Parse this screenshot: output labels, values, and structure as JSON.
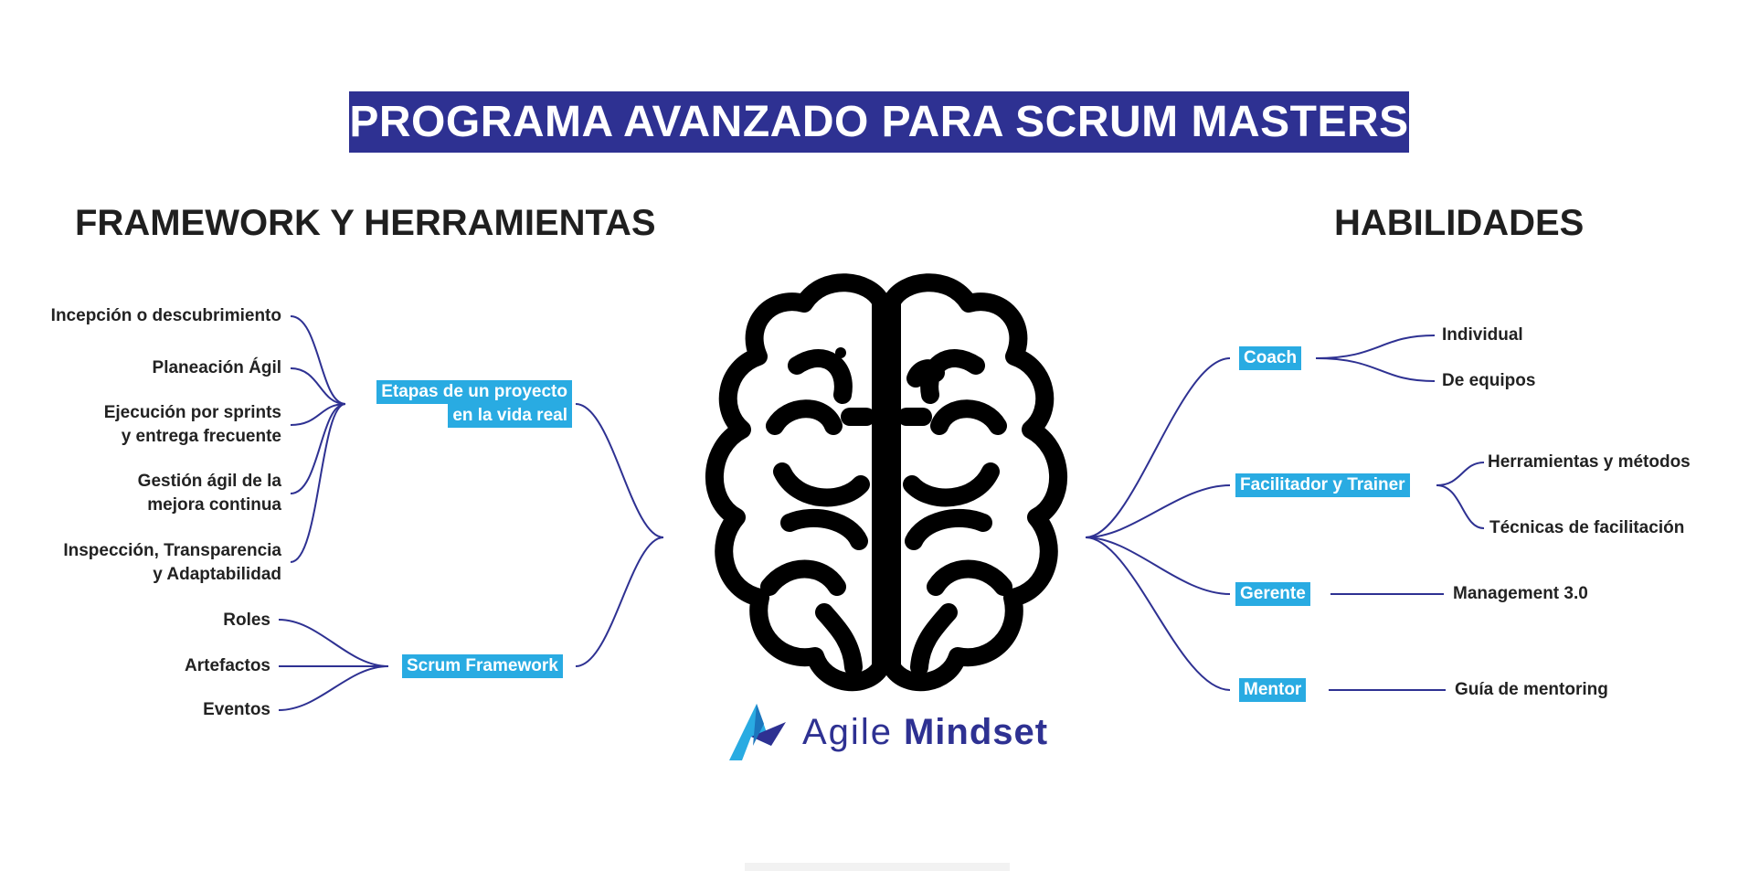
{
  "title": "PROGRAMA AVANZADO PARA SCRUM MASTERS",
  "left_section": {
    "heading": "FRAMEWORK Y HERRAMIENTAS",
    "hub_etapas": {
      "line1": "Etapas de un proyecto",
      "line2": "en la vida real"
    },
    "etapas_items": [
      {
        "line1": "Incepción o descubrimiento",
        "line2": ""
      },
      {
        "line1": "Planeación Ágil",
        "line2": ""
      },
      {
        "line1": "Ejecución por sprints",
        "line2": "y entrega frecuente"
      },
      {
        "line1": "Gestión ágil de la",
        "line2": "mejora continua"
      },
      {
        "line1": "Inspección, Transparencia",
        "line2": "y Adaptabilidad"
      }
    ],
    "hub_scrum": "Scrum Framework",
    "scrum_items": [
      "Roles",
      "Artefactos",
      "Eventos"
    ]
  },
  "right_section": {
    "heading": "HABILIDADES",
    "hubs": [
      {
        "label": "Coach",
        "items": [
          "Individual",
          "De equipos"
        ]
      },
      {
        "label": "Facilitador y Trainer",
        "items": [
          "Herramientas y métodos",
          "Técnicas de facilitación"
        ]
      },
      {
        "label": "Gerente",
        "items": [
          "Management 3.0"
        ]
      },
      {
        "label": "Mentor",
        "items": [
          "Guía de mentoring"
        ]
      }
    ]
  },
  "brand": {
    "word1": "Agile",
    "word2": "Mindset"
  },
  "colors": {
    "banner": "#2e3192",
    "hub_fill": "#29abe2",
    "connector": "#2e3192",
    "brain": "#000000"
  },
  "icons": [
    "brain-icon",
    "agile-mindset-logo-icon"
  ]
}
